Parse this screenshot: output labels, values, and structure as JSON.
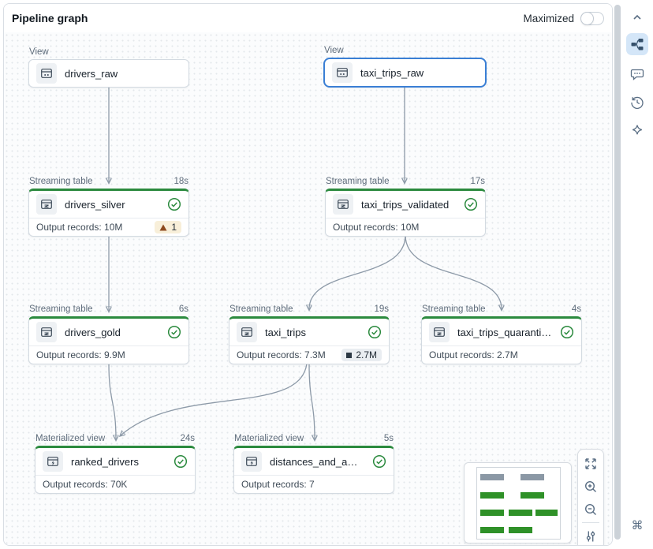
{
  "header": {
    "title": "Pipeline graph",
    "maximized_label": "Maximized"
  },
  "nodes": [
    {
      "type": "View",
      "name": "drivers_raw"
    },
    {
      "type": "View",
      "name": "taxi_trips_raw",
      "selected": true
    },
    {
      "type": "Streaming table",
      "duration": "18s",
      "name": "drivers_silver",
      "records": "Output records: 10M",
      "warning_count": "1"
    },
    {
      "type": "Streaming table",
      "duration": "17s",
      "name": "taxi_trips_validated",
      "records": "Output records: 10M"
    },
    {
      "type": "Streaming table",
      "duration": "6s",
      "name": "drivers_gold",
      "records": "Output records: 9.9M"
    },
    {
      "type": "Streaming table",
      "duration": "19s",
      "name": "taxi_trips",
      "records": "Output records: 7.3M",
      "metric_badge": "2.7M"
    },
    {
      "type": "Streaming table",
      "duration": "4s",
      "name": "taxi_trips_quarantine",
      "records": "Output records: 2.7M"
    },
    {
      "type": "Materialized view",
      "duration": "24s",
      "name": "ranked_drivers",
      "records": "Output records: 70K"
    },
    {
      "type": "Materialized view",
      "duration": "5s",
      "name": "distances_and_amounts_b...",
      "records": "Output records: 7"
    }
  ],
  "sidebar": {
    "icons": [
      "collapse-chevron",
      "pipeline-graph (active)",
      "comments",
      "history",
      "assistant",
      "command-shortcuts"
    ]
  },
  "zoom_controls": [
    "fit-to-screen",
    "zoom-in",
    "zoom-out",
    "display-settings"
  ],
  "colors": {
    "accent_green": "#2b8a3e",
    "selected_blue": "#3a7fd5",
    "edge_gray": "#8d9aa8",
    "warning_bg": "#f8efd9",
    "warning_icon": "#8d4a1e",
    "metric_bg": "#e9edf1",
    "minimap_green": "#2f9128",
    "minimap_gray": "#8b98a5"
  }
}
